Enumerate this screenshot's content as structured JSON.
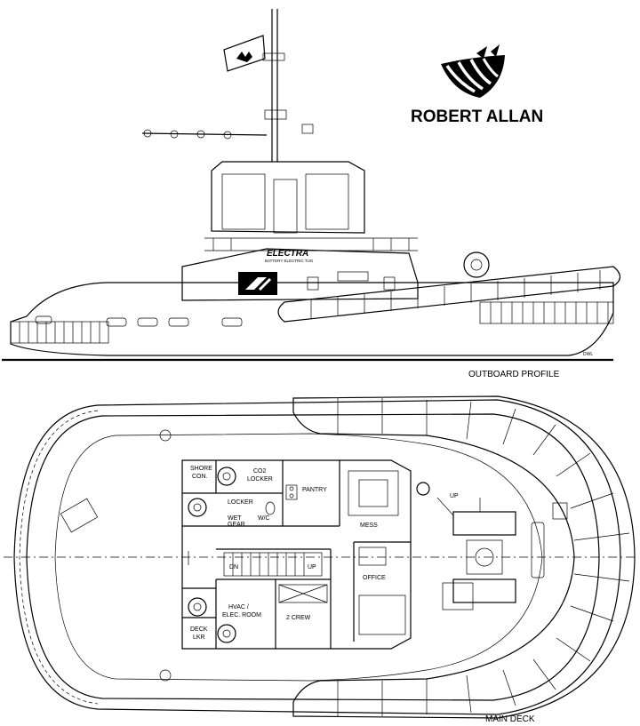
{
  "brand": {
    "name": "ROBERT ALLAN"
  },
  "vessel": {
    "name": "ELECTRA",
    "subtitle": "BATTERY ELECTRIC TUG"
  },
  "views": {
    "profile_caption": "OUTBOARD PROFILE",
    "deck_caption": "MAIN DECK"
  },
  "rooms": {
    "shore_con_1": "SHORE",
    "shore_con_2": "CON.",
    "co2_1": "CO2",
    "co2_2": "LOCKER",
    "locker": "LOCKER",
    "wet_gear_1": "WET",
    "wet_gear_2": "GEAR",
    "wc": "W/C",
    "pantry": "PANTRY",
    "mess": "MESS",
    "office": "OFFICE",
    "hvac_1": "HVAC /",
    "hvac_2": "ELEC. ROOM",
    "crew": "2 CREW",
    "deck_lkr_1": "DECK",
    "deck_lkr_2": "LKR"
  },
  "stairs": {
    "down": "DN",
    "up": "UP",
    "up2": "UP"
  },
  "colors": {
    "ink": "#000000",
    "paper": "#ffffff"
  }
}
